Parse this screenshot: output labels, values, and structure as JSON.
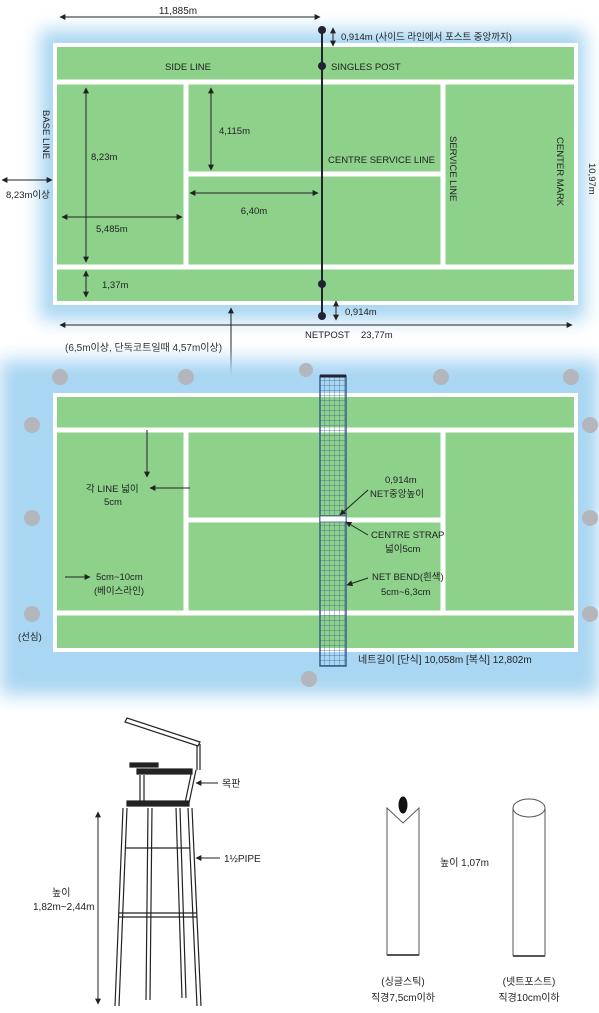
{
  "colors": {
    "court": "#8dd18a",
    "lines": "#ffffff",
    "glow": "#a9d6f2",
    "post": "#223",
    "ball": "#b3b7bd",
    "net": "#3b5f8a"
  },
  "top_court": {
    "dim_total_length": "11,885m",
    "post_offset": "0,914m (사이드 라인에서 포스트 중앙까지)",
    "side_line": "SIDE LINE",
    "singles_post": "SINGLES POST",
    "base_line": "BASE LINE",
    "dim_8_23": "8,23m",
    "dim_4_115": "4,115m",
    "centre_service_line": "CENTRE SERVICE LINE",
    "service_line": "SERVICE LINE",
    "center_mark": "CENTER MARK",
    "dim_10_97": "10,97m",
    "dim_back_space": "8,23m이상",
    "dim_6_40": "6,40m",
    "dim_5_485": "5,485m",
    "dim_1_37": "1,37m",
    "dim_0_914": "0,914m",
    "netpost": "NETPOST",
    "dim_23_77": "23,77m",
    "side_space": "(6,5m이상, 단독코트일때 4,57m이상)"
  },
  "bottom_court": {
    "line_width": "각 LINE 넓이",
    "line_width_val": "5cm",
    "baseline_width": "5cm~10cm",
    "baseline_label": "(베이스라인)",
    "net_height": "0,914m",
    "net_height_label": "NET중앙높이",
    "centre_strap": "CENTRE STRAP",
    "centre_strap_width": "넓이5cm",
    "net_bend": "NET BEND(흰색)",
    "net_bend_width": "5cm~6,3cm",
    "seat": "(선심)",
    "net_length": "네트길이 [단식] 10,058m [복식] 12,802m"
  },
  "chair": {
    "plank": "목판",
    "pipe": "1½PIPE",
    "height_label": "높이",
    "height_val": "1,82m~2,44m"
  },
  "posts": {
    "height": "높이 1,07m",
    "single_stick": "(싱글스틱)",
    "single_stick_dia": "직경7,5cm이하",
    "net_post": "(넷트포스트)",
    "net_post_dia": "직경10cm이하"
  }
}
